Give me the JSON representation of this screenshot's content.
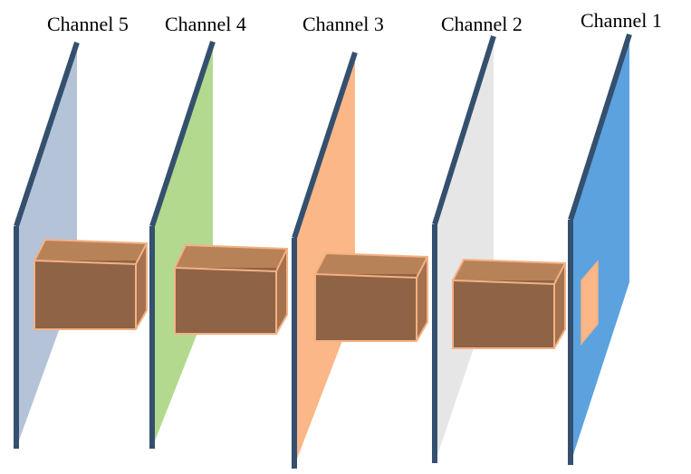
{
  "channels": [
    {
      "label": "Channel 5",
      "color": "#b4c3d8"
    },
    {
      "label": "Channel 4",
      "color": "#b3d98f"
    },
    {
      "label": "Channel 3",
      "color": "#fbb787"
    },
    {
      "label": "Channel 2",
      "color": "#e6e6e6"
    },
    {
      "label": "Channel 1",
      "color": "#5ba2df"
    }
  ],
  "colors": {
    "panel_edge": "#34506e",
    "box_front": "#8f6346",
    "box_top": "#b88259",
    "box_side": "#a5724f",
    "box_outline": "#f4b183"
  }
}
